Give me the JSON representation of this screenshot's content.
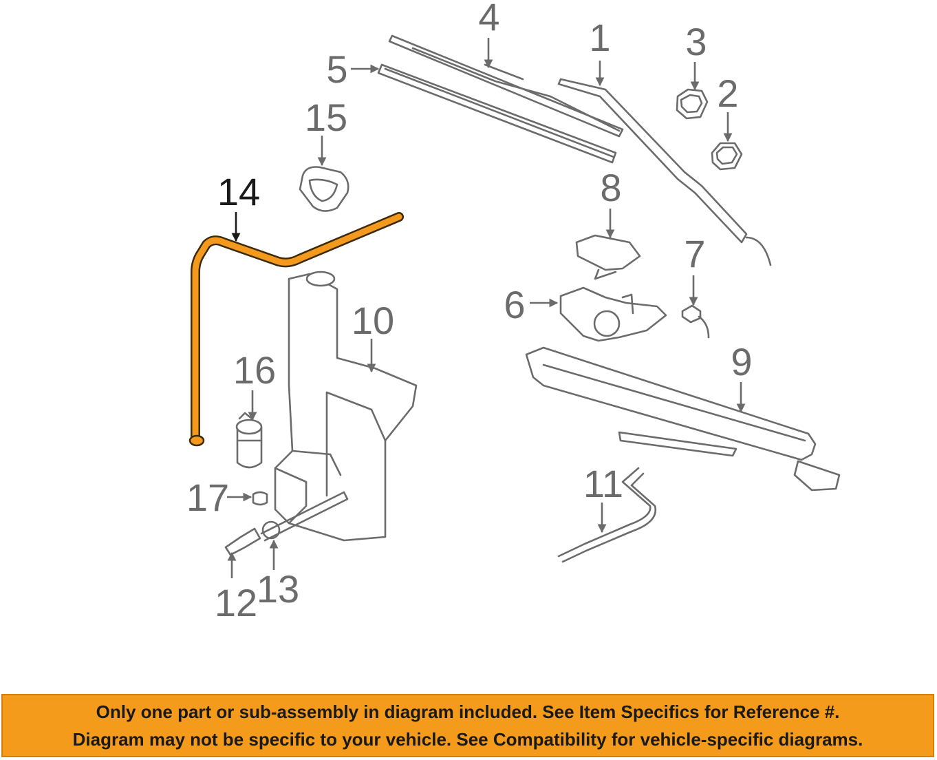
{
  "diagram": {
    "highlight_color": "#f39a1e",
    "line_color": "#6b6b6b",
    "highlighted_part": "14",
    "callouts": [
      "1",
      "2",
      "3",
      "4",
      "5",
      "6",
      "7",
      "8",
      "9",
      "10",
      "11",
      "12",
      "13",
      "14",
      "15",
      "16",
      "17"
    ]
  },
  "notice": {
    "line1": "Only one part or sub-assembly in diagram included. See Item Specifics for Reference #.",
    "line2": "Diagram may not be specific to your vehicle. See Compatibility for vehicle-specific diagrams.",
    "background_color": "#f49b1c"
  }
}
